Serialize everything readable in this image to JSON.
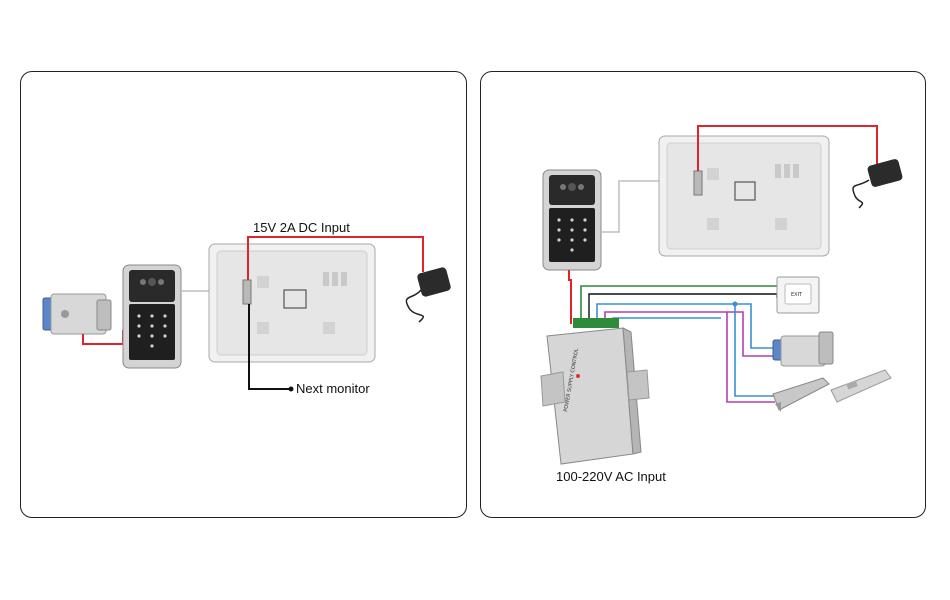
{
  "left": {
    "dc_input_label": "15V 2A DC Input",
    "next_monitor_label": "Next monitor"
  },
  "right": {
    "ac_input_label": "100-220V AC Input",
    "psu_brand_text": "POWER SUPPLY CONTROL",
    "exit_button_text": "EXIT"
  },
  "colors": {
    "red_wire": "#e0242a",
    "green_wire": "#2e8b3a",
    "blue_wire": "#3a8fd8",
    "purple_wire": "#b43fb4",
    "black_wire": "#111111",
    "grey_wire": "#bfbfbf"
  },
  "icons": [
    "electric-lock-icon",
    "door-camera-icon",
    "monitor-back-icon",
    "power-adapter-icon",
    "power-supply-control-icon",
    "exit-button-icon",
    "magnetic-lock-icon",
    "electric-bolt-icon"
  ]
}
